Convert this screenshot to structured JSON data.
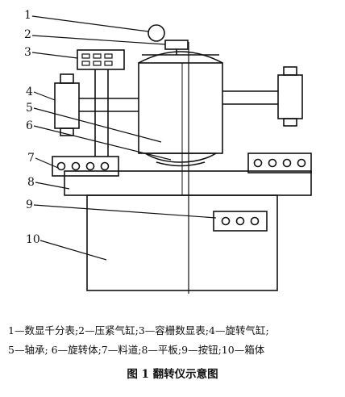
{
  "callouts": {
    "c1": "1",
    "c2": "2",
    "c3": "3",
    "c4": "4",
    "c5": "5",
    "c6": "6",
    "c7": "7",
    "c8": "8",
    "c9": "9",
    "c10": "10"
  },
  "caption": {
    "line1": "1—数显千分表;2—压紧气缸;3—容栅数显表;4—旋转气缸;",
    "line2": "5—轴承; 6—旋转体;7—料道;8—平板;9—按钮;10—箱体"
  },
  "figure_title": "图 1    翻转仪示意图"
}
